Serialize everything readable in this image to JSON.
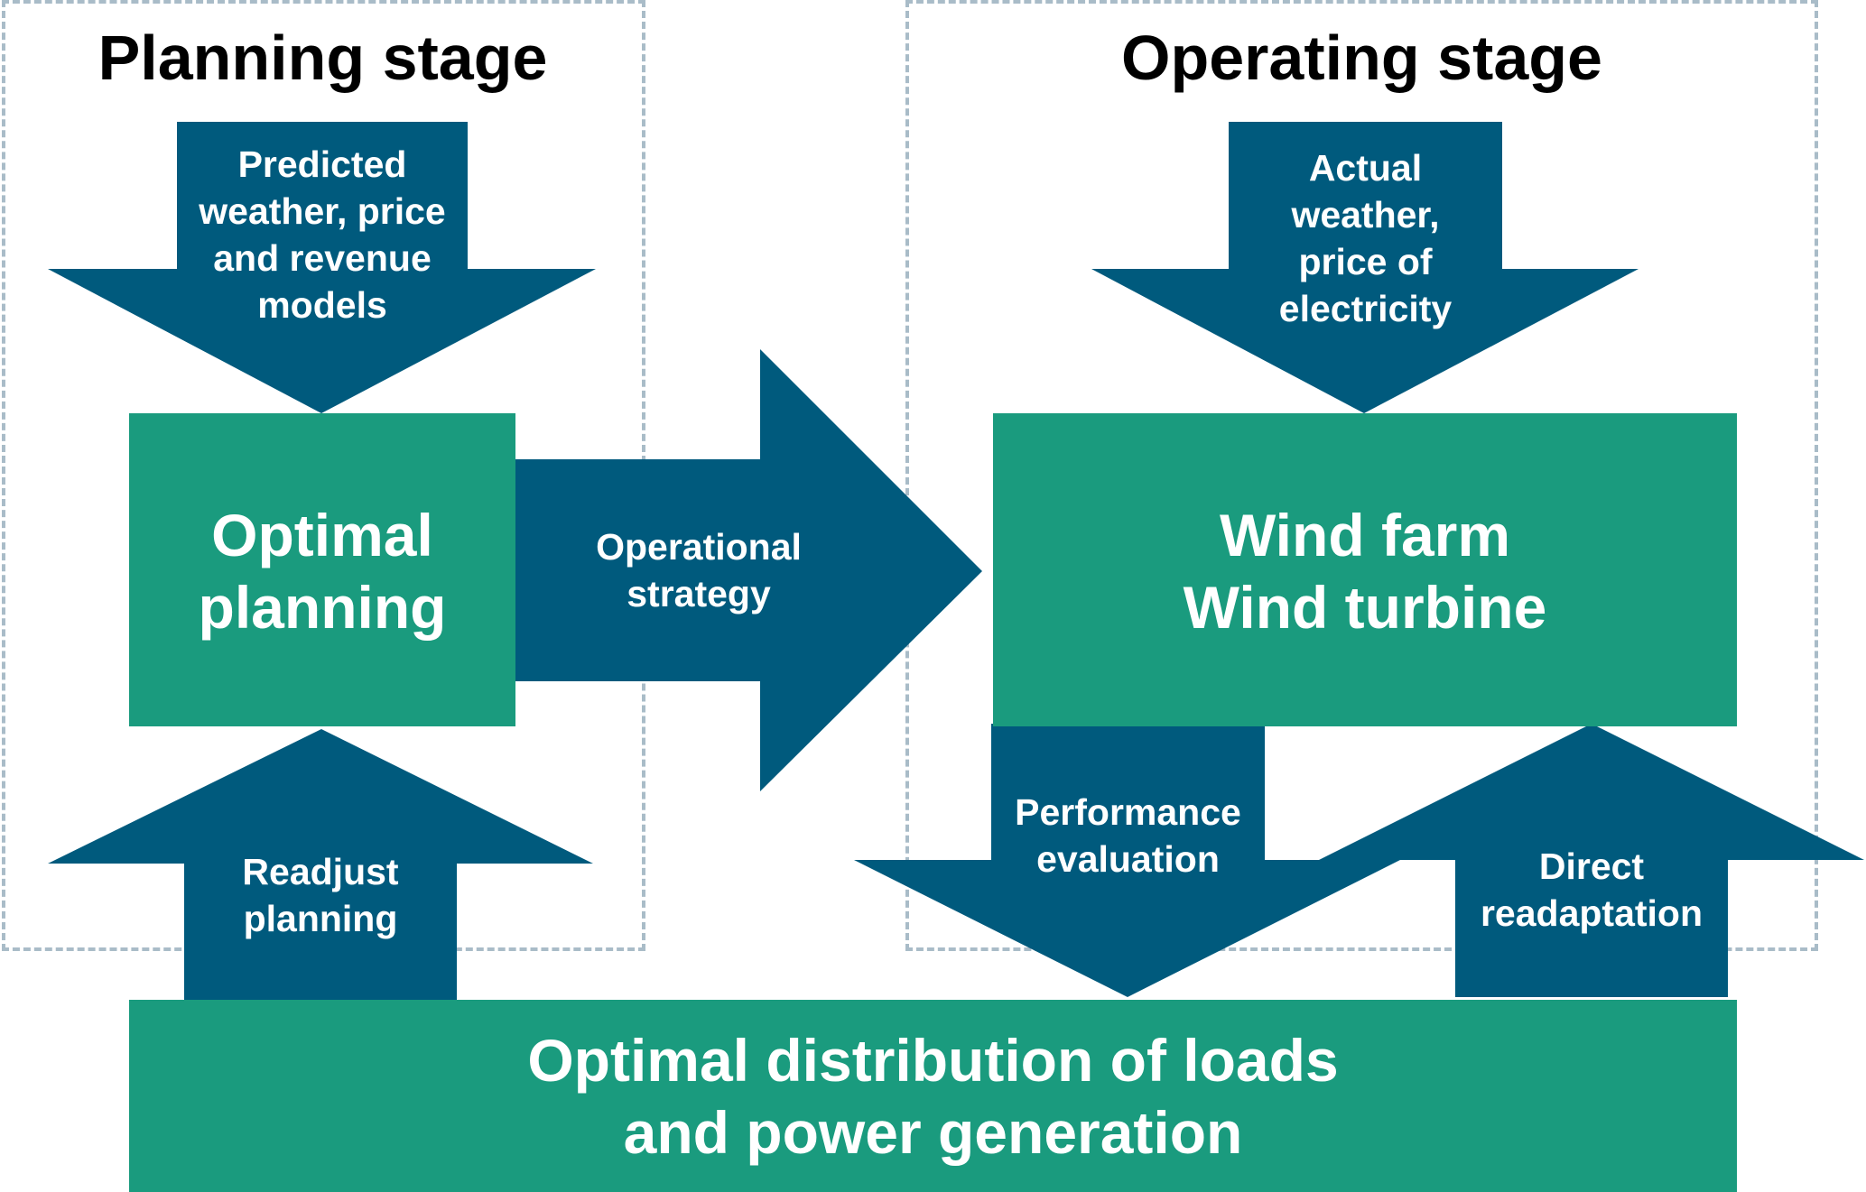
{
  "colors": {
    "box": "#1a9b7e",
    "arrow": "#005a7d",
    "frame": "#a9bcc8",
    "text": "#ffffff",
    "title": "#000000"
  },
  "planning": {
    "title": "Planning stage",
    "input_arrow": [
      "Predicted",
      "weather, price",
      "and revenue",
      "models"
    ],
    "box": [
      "Optimal",
      "planning"
    ],
    "feedback_arrow": [
      "Readjust",
      "planning"
    ]
  },
  "transfer_arrow": [
    "Operational",
    "strategy"
  ],
  "operating": {
    "title": "Operating stage",
    "input_arrow": [
      "Actual",
      "weather,",
      "price of",
      "electricity"
    ],
    "box": [
      "Wind farm",
      "Wind turbine"
    ],
    "evaluation_arrow": [
      "Performance",
      "evaluation"
    ],
    "readaptation_arrow": [
      "Direct",
      "readaptation"
    ]
  },
  "bottom_box": [
    "Optimal distribution of loads",
    "and power generation"
  ]
}
